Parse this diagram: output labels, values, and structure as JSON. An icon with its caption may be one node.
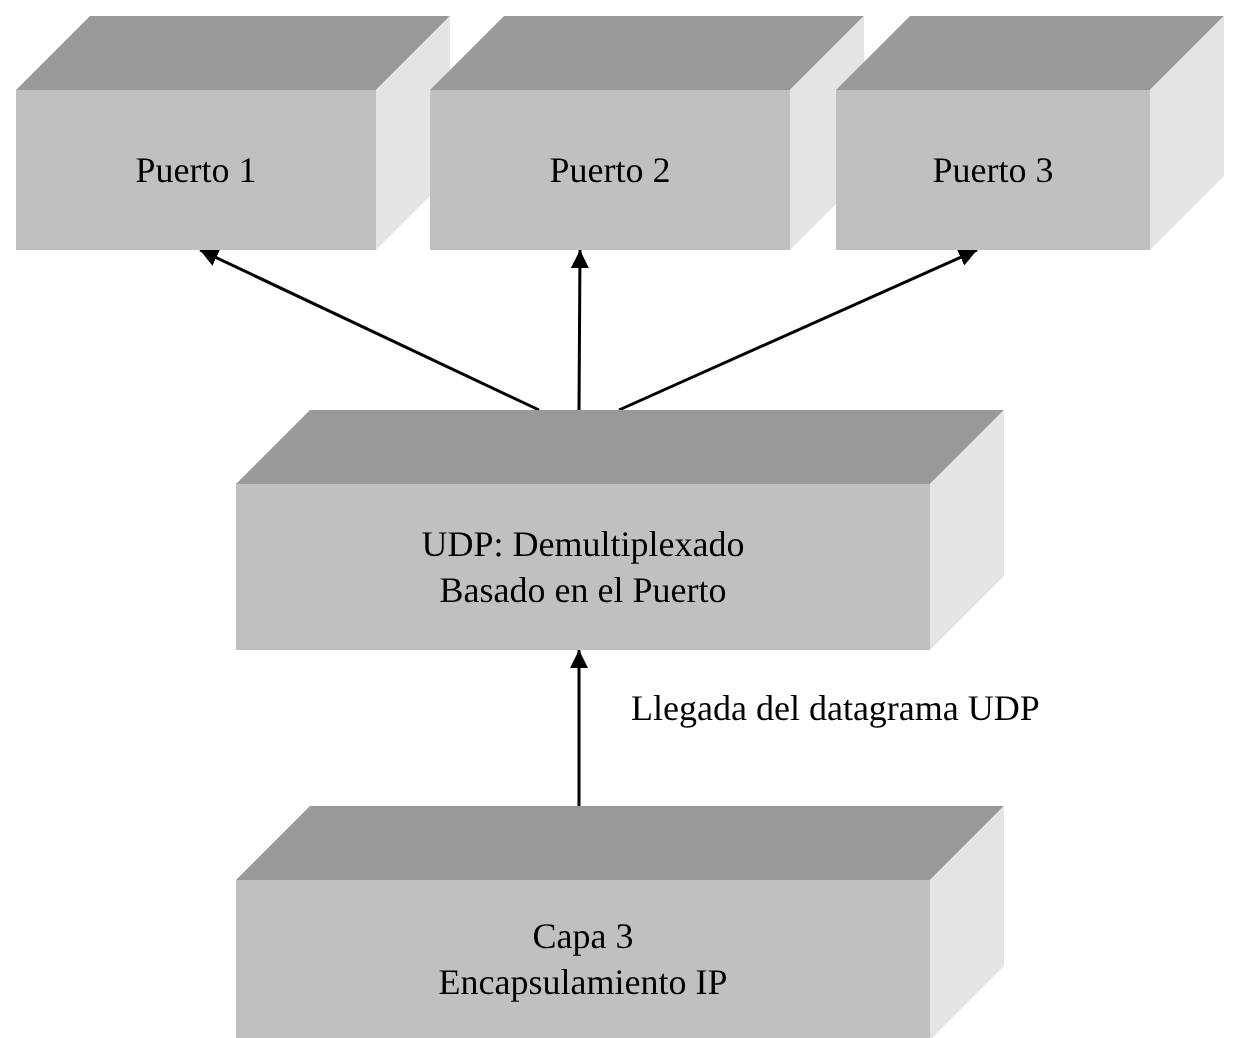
{
  "diagram": {
    "nodes": [
      {
        "text": [
          "Puerto 1"
        ]
      },
      {
        "text": [
          "Puerto 2"
        ]
      },
      {
        "text": [
          "Puerto 3"
        ]
      },
      {
        "text": [
          "UDP: Demultiplexado Basado en el Puerto"
        ]
      },
      {
        "text": [
          "Capa 3 Encapsulamiento IP"
        ]
      }
    ],
    "edges": [
      {
        "from": 3,
        "to": 0,
        "arrow": "to"
      },
      {
        "from": 3,
        "to": 1,
        "arrow": "to"
      },
      {
        "from": 3,
        "to": 2,
        "arrow": "to"
      },
      {
        "from": 4,
        "to": 3,
        "arrow": "to",
        "label": "Llegada del datagrama UDP"
      }
    ]
  }
}
